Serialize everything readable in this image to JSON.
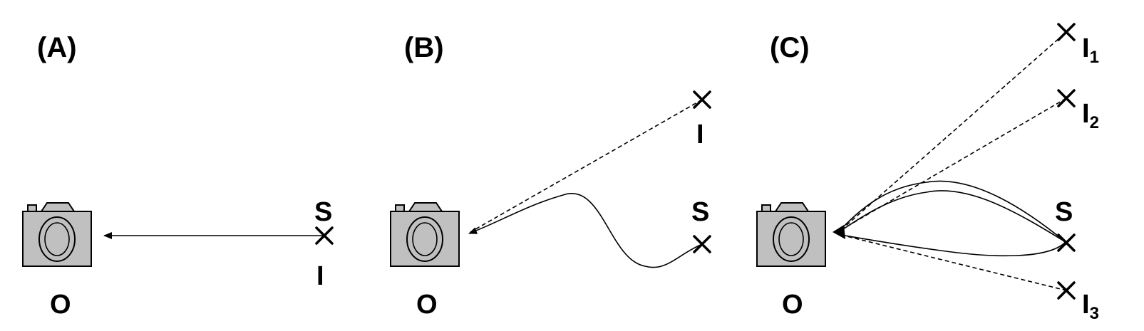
{
  "panels": [
    {
      "id": "A",
      "label": "(A)",
      "observer": "O",
      "source": "S",
      "image": "I"
    },
    {
      "id": "B",
      "label": "(B)",
      "observer": "O",
      "source": "S",
      "image": "I"
    },
    {
      "id": "C",
      "label": "(C)",
      "observer": "O",
      "source": "S",
      "images": [
        {
          "base": "I",
          "sub": "1"
        },
        {
          "base": "I",
          "sub": "2"
        },
        {
          "base": "I",
          "sub": "3"
        }
      ]
    }
  ],
  "colors": {
    "camera_fill": "#c0c0c0",
    "line": "#000000",
    "background": "#ffffff"
  },
  "icons": [
    "camera-icon",
    "cross-marker-icon",
    "arrowhead-icon"
  ]
}
